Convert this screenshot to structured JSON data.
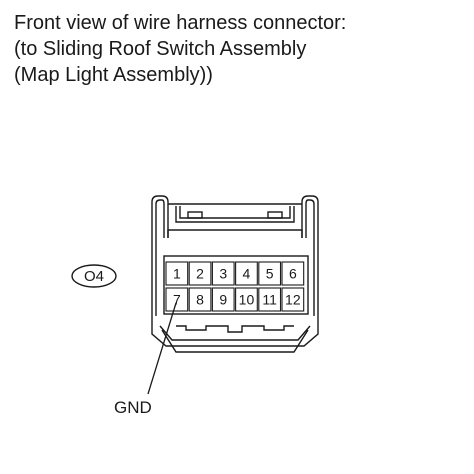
{
  "caption": {
    "line1": "Front view of wire harness connector:",
    "line2": "(to Sliding Roof Switch Assembly",
    "line3": "(Map Light Assembly))"
  },
  "connector": {
    "code": "O4",
    "pins": [
      "1",
      "2",
      "3",
      "4",
      "5",
      "6",
      "7",
      "8",
      "9",
      "10",
      "11",
      "12"
    ],
    "ground_label": "GND"
  }
}
